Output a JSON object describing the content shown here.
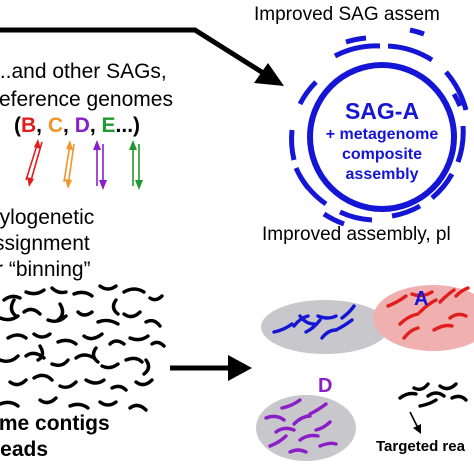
{
  "header": {
    "title": "Improved SAG assem"
  },
  "left": {
    "other_sags": "...and other SAGs,",
    "reference_genomes": "reference genomes",
    "letters": [
      {
        "text": "(",
        "color": "#000000"
      },
      {
        "text": "B",
        "color": "#e01e1e"
      },
      {
        "text": ", ",
        "color": "#000000"
      },
      {
        "text": "C",
        "color": "#f0962a"
      },
      {
        "text": ", ",
        "color": "#000000"
      },
      {
        "text": "D",
        "color": "#8a1fc7"
      },
      {
        "text": ", ",
        "color": "#000000"
      },
      {
        "text": "E",
        "color": "#1f9a2e"
      },
      {
        "text": "...)",
        "color": "#000000"
      }
    ],
    "phylo_lines": [
      "hylogenetic",
      "ssignment",
      "r “binning”"
    ],
    "contigs_line": "ome contigs",
    "reads_line": "reads"
  },
  "sag_circle": {
    "title": "SAG-A",
    "lines": [
      "+ metagenome",
      "composite",
      "assembly"
    ]
  },
  "bottom_right": {
    "title": "Improved assembly, pl",
    "bin_a_label": "A",
    "bin_d_label": "D",
    "targeted": "Targeted rea"
  },
  "colors": {
    "blue": "#1515d6",
    "red": "#e01e1e",
    "orange": "#f0962a",
    "purple": "#8a1fc7",
    "green": "#1f9a2e",
    "bin_fill": "#c8c8cc",
    "bin_red_fill": "#f0b0b0"
  }
}
